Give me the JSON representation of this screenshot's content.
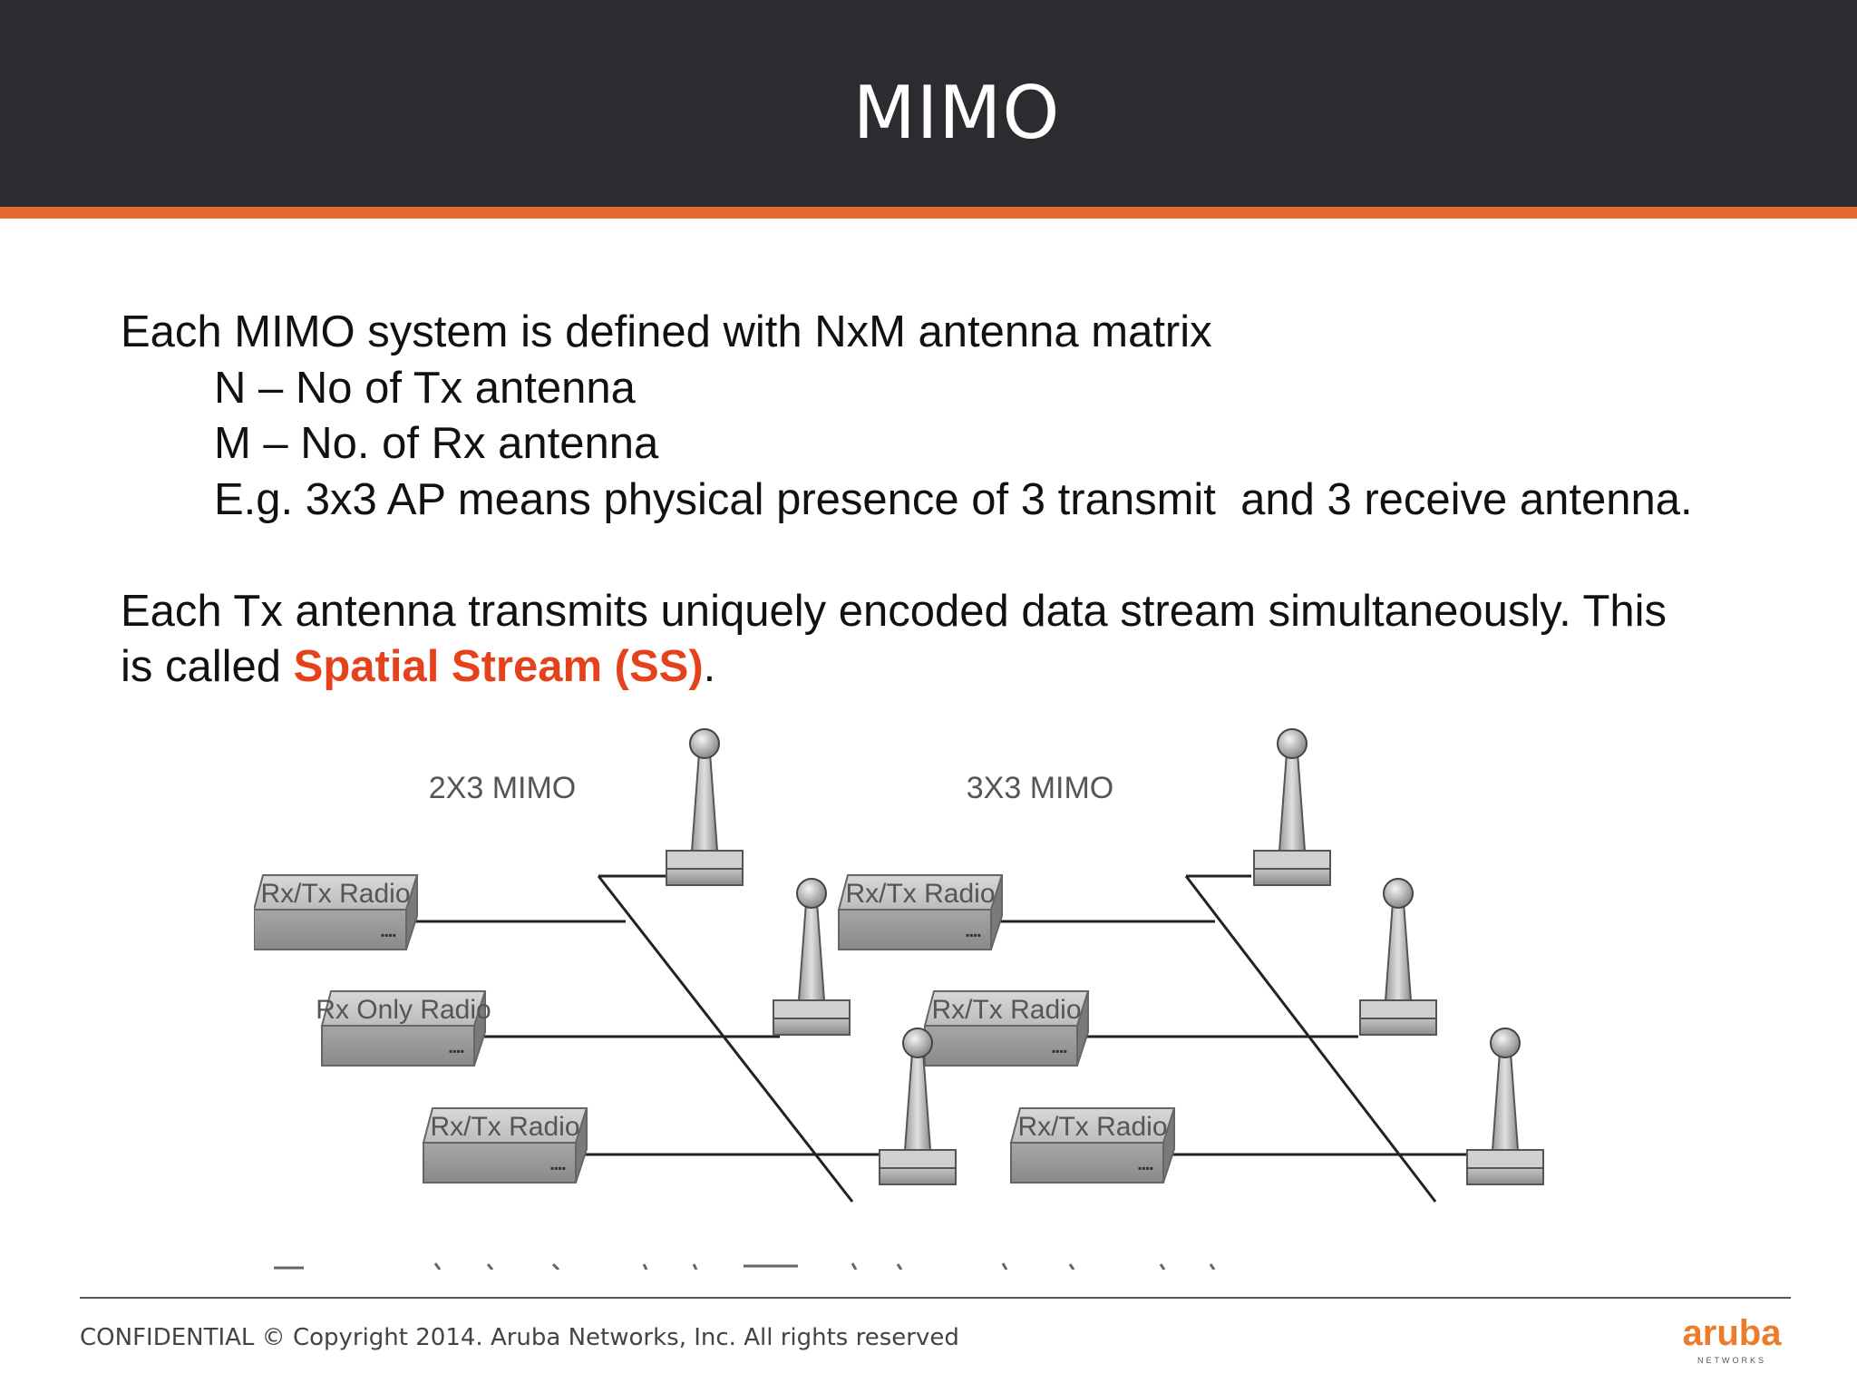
{
  "slide": {
    "title": "MIMO"
  },
  "body": {
    "line1": "Each MIMO system is defined with NxM antenna matrix",
    "line2": "N – No of Tx antenna",
    "line3": "M – No. of Rx antenna",
    "line4": "E.g. 3x3 AP means physical presence of 3 transmit  and 3 receive antenna.",
    "line5": "Each Tx antenna transmits uniquely encoded data stream simultaneously. This",
    "line6_prefix": "is called ",
    "line6_highlight": "Spatial Stream (SS)",
    "line6_suffix": "."
  },
  "figure": {
    "left_title": "2X3 MIMO",
    "right_title": "3X3 MIMO",
    "left_radios": [
      "Rx/Tx Radio",
      "Rx Only Radio",
      "Rx/Tx Radio"
    ],
    "right_radios": [
      "Rx/Tx Radio",
      "Rx/Tx Radio",
      "Rx/Tx Radio"
    ]
  },
  "footer": {
    "copyright": "CONFIDENTIAL © Copyright 2014. Aruba Networks, Inc. All rights reserved",
    "logo_word": "aruba",
    "logo_sub": "NETWORKS"
  },
  "colors": {
    "header_bg": "#2b2c30",
    "accent_orange": "#e2682c",
    "highlight_red": "#e5421c"
  }
}
